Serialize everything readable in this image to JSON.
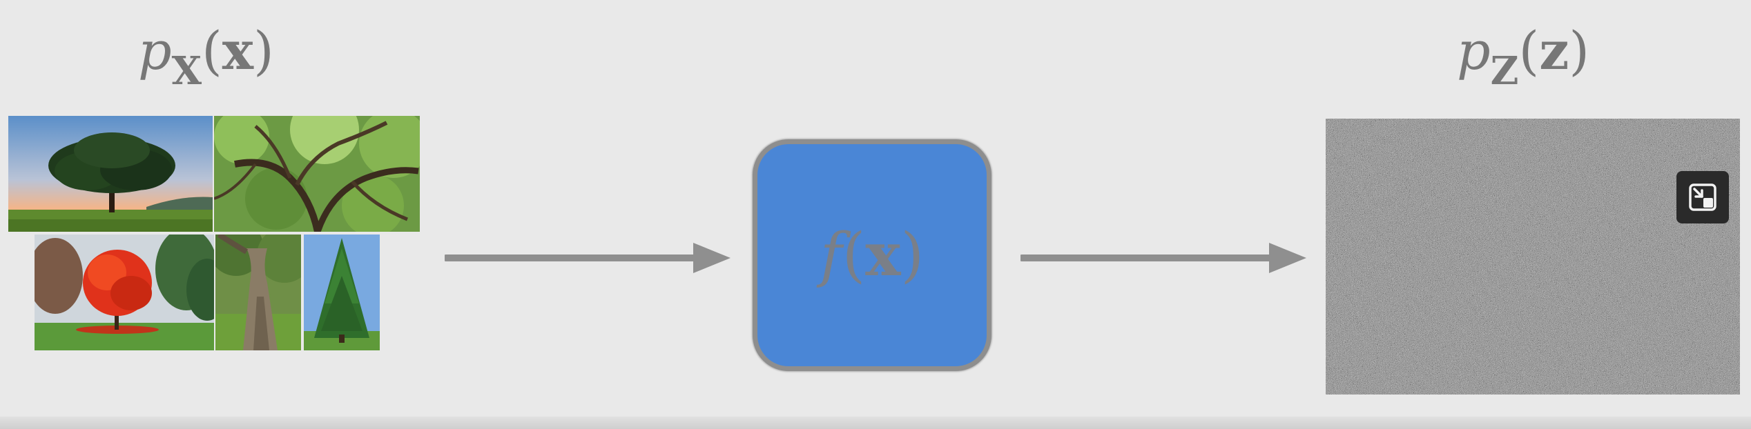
{
  "left_label": {
    "p": "p",
    "sub": "X",
    "open": "(",
    "arg": "x",
    "close": ")"
  },
  "right_label": {
    "p": "p",
    "sub": "Z",
    "open": "(",
    "arg": "z",
    "close": ")"
  },
  "transform_box": {
    "f": "f",
    "open": "(",
    "arg": "x",
    "close": ")",
    "color": "#4a86d6"
  },
  "icons": {
    "arrow_left": "arrow-right-icon",
    "arrow_right": "arrow-right-icon",
    "pip": "picture-in-picture-exit-icon"
  },
  "colors": {
    "background": "#e9e9e9",
    "label": "#777777",
    "arrow": "#8f8f8f",
    "noise": "#7f7f7f"
  }
}
